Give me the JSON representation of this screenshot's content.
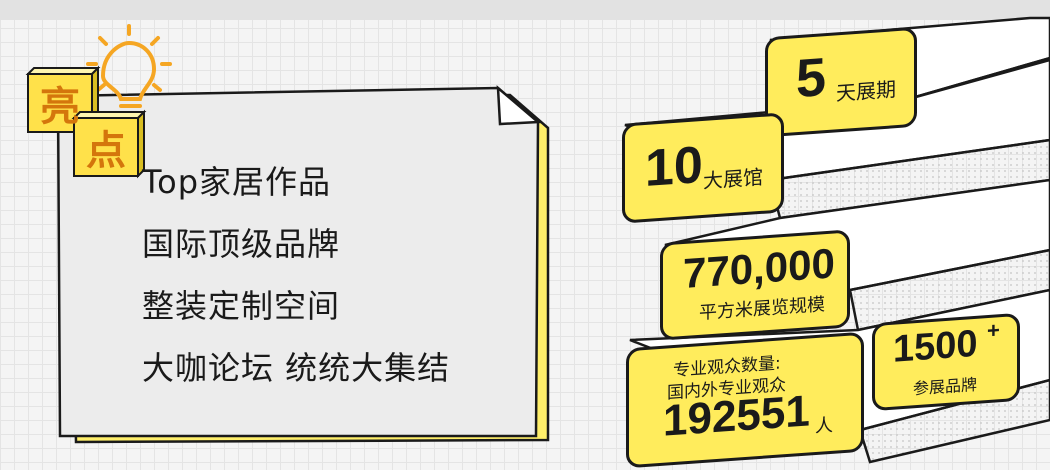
{
  "badge": {
    "char1": "亮",
    "char2": "点"
  },
  "highlights": [
    "Top家居作品",
    "国际顶级品牌",
    "整装定制空间",
    "大咖论坛 统统大集结"
  ],
  "stats": {
    "days": {
      "number": "5",
      "label": "天展期"
    },
    "halls": {
      "number": "10",
      "label": "大展馆"
    },
    "area": {
      "number": "770,000",
      "label": "平方米展览规模"
    },
    "brands": {
      "number": "1500",
      "sup": "+",
      "label": "参展品牌"
    },
    "visitors": {
      "line1": "专业观众数量:",
      "line2": "国内外专业观众",
      "number": "192551",
      "unit": "人"
    }
  },
  "colors": {
    "accent": "#ffec5c",
    "ink": "#1a1a1a",
    "bulb": "#f5a623"
  }
}
